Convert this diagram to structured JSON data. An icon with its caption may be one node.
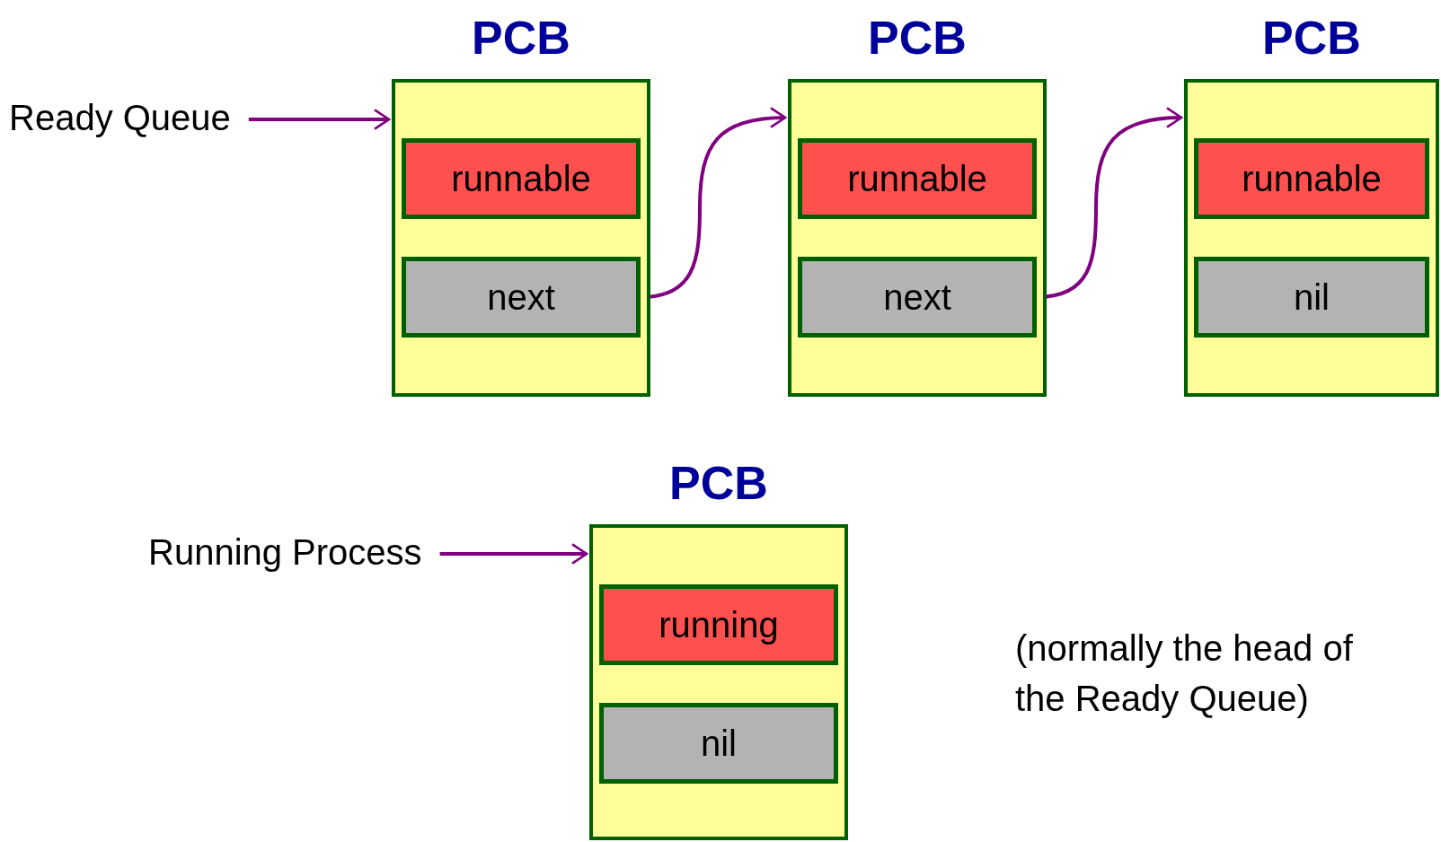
{
  "diagram": {
    "nodes": [
      {
        "text": [
          "PCB"
        ]
      },
      {
        "text": [
          "runnable"
        ],
        "in": 0
      },
      {
        "text": [
          "next"
        ],
        "in": 0
      },
      {
        "text": [
          "PCB"
        ]
      },
      {
        "text": [
          "runnable"
        ],
        "in": 3
      },
      {
        "text": [
          "next"
        ],
        "in": 3
      },
      {
        "text": [
          "PCB"
        ]
      },
      {
        "text": [
          "runnable"
        ],
        "in": 6
      },
      {
        "text": [
          "nil"
        ],
        "in": 6
      },
      {
        "text": [
          "Ready Queue"
        ]
      },
      {
        "text": [
          "PCB"
        ]
      },
      {
        "text": [
          "running"
        ],
        "in": 10
      },
      {
        "text": [
          "nil"
        ],
        "in": 10
      },
      {
        "text": [
          "Running Process"
        ]
      }
    ],
    "edges": [
      {
        "from": 9,
        "to": 0,
        "arrow": "to"
      },
      {
        "from": 2,
        "to": 3,
        "arrow": "to"
      },
      {
        "from": 5,
        "to": 6,
        "arrow": "to"
      },
      {
        "from": 13,
        "to": 10,
        "arrow": "to"
      }
    ],
    "labels": [
      "(normally the head of the Ready Queue)"
    ]
  }
}
